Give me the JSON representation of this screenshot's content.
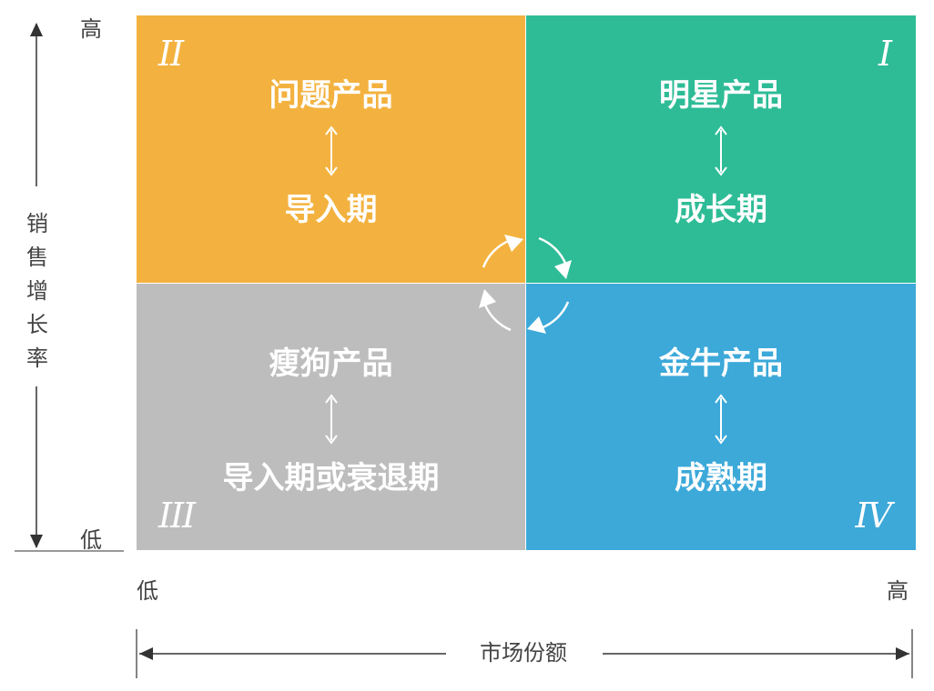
{
  "quadrants": {
    "q1": {
      "roman": "I",
      "title": "明星产品",
      "stage": "成长期",
      "color": "#2ebc97"
    },
    "q2": {
      "roman": "II",
      "title": "问题产品",
      "stage": "导入期",
      "color": "#f3b23f"
    },
    "q3": {
      "roman": "III",
      "title": "瘦狗产品",
      "stage": "导入期或衰退期",
      "color": "#bdbdbd"
    },
    "q4": {
      "roman": "IV",
      "title": "金牛产品",
      "stage": "成熟期",
      "color": "#3ca9d9"
    }
  },
  "y_axis": {
    "title": "销售增长率",
    "high": "高",
    "low": "低"
  },
  "x_axis": {
    "title": "市场份额",
    "low": "低",
    "high": "高"
  },
  "icons": {
    "cycle": "cycle-arrows-icon",
    "double_arrow": "vertical-double-arrow-icon"
  }
}
